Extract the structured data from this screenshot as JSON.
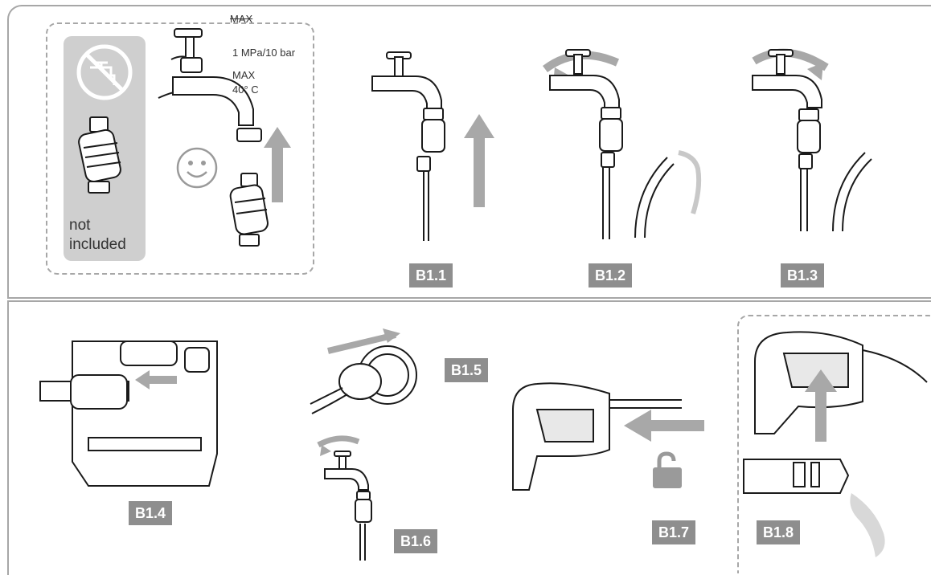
{
  "specs": {
    "max_top": "MAX",
    "pressure": "1 MPa/10 bar",
    "max_bottom": "MAX",
    "temperature": "40° C"
  },
  "not_included_line1": "not",
  "not_included_line2": "included",
  "steps": [
    "B1.1",
    "B1.2",
    "B1.3",
    "B1.4",
    "B1.5",
    "B1.6",
    "B1.7",
    "B1.8"
  ],
  "colors": {
    "arrow": "#a8a8a8",
    "badge": "#8e8e8e",
    "frame": "#a7a7a7",
    "line": "#1a1a1a"
  },
  "icons": [
    "no-faucet-icon",
    "smiley-icon",
    "unlock-icon"
  ]
}
